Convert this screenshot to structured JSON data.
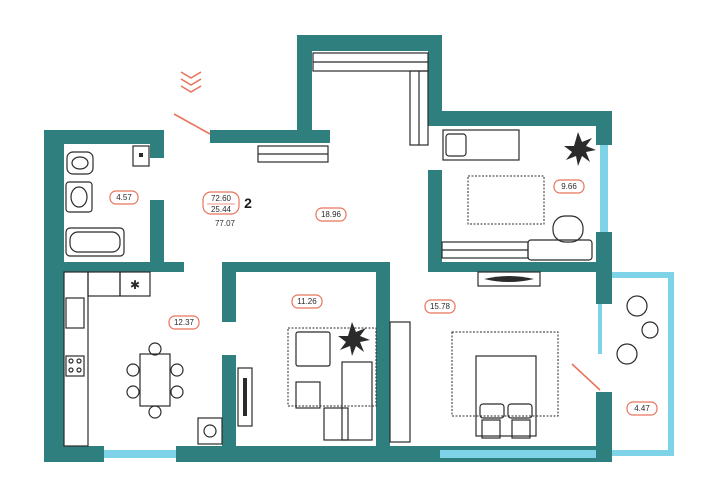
{
  "apartment": {
    "rooms_count": "2",
    "total_area": "72.60",
    "living_area": "25.44",
    "total_area_with_balcony": "77.07"
  },
  "rooms": {
    "bathroom": "4.57",
    "hall": "18.96",
    "bedroom_small": "9.66",
    "living": "11.26",
    "kitchen": "12.37",
    "bedroom_master": "15.78",
    "balcony": "4.47"
  },
  "colors": {
    "wall": "#2e7f7e",
    "window": "#7fd3e8",
    "accent": "#e8735a"
  },
  "icons": {
    "entrance": "entrance-chevrons-icon",
    "snowflake": "snowflake-icon"
  }
}
